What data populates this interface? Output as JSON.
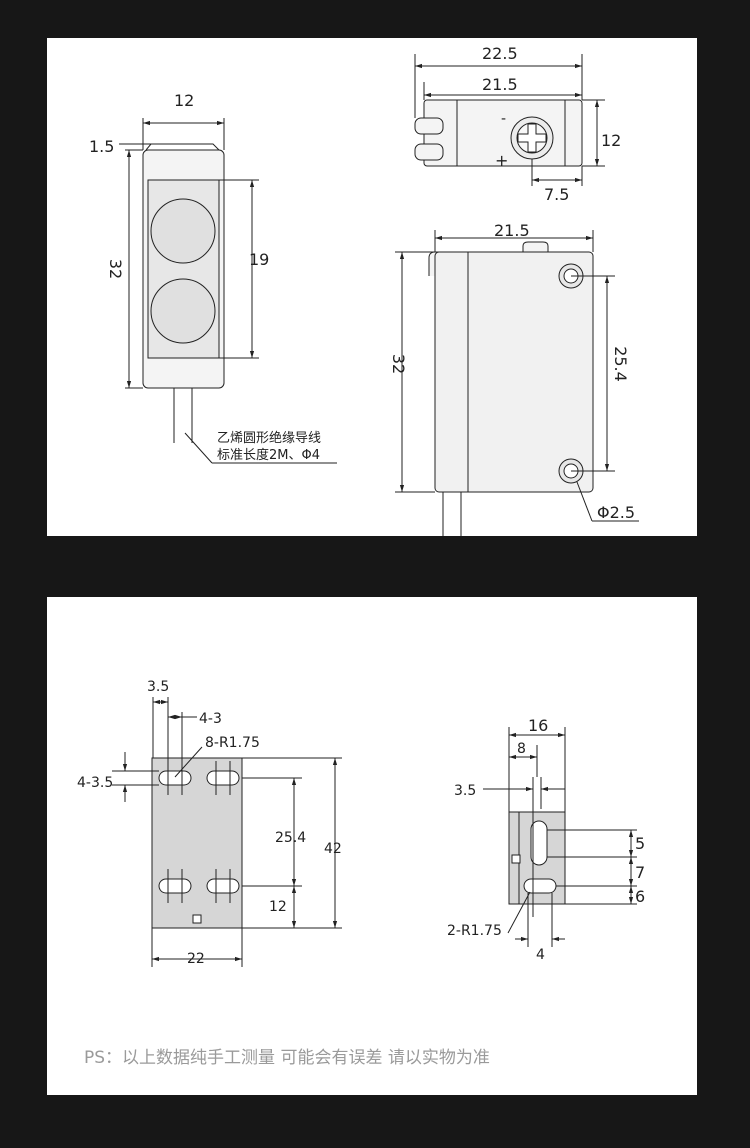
{
  "top_panel": {
    "front_view": {
      "width": "12",
      "lip": "1.5",
      "height": "32",
      "lens_height": "19",
      "cable_note_line1": "乙烯圆形绝缘导线",
      "cable_note_line2": "标准长度2M、Φ4"
    },
    "top_view": {
      "overall_length": "22.5",
      "body_length": "21.5",
      "depth": "12",
      "pot_offset": "7.5",
      "minus_sign": "-",
      "plus_sign": "+"
    },
    "side_view": {
      "length": "21.5",
      "height": "32",
      "hole_spacing": "25.4",
      "hole_diameter": "Φ2.5"
    }
  },
  "bottom_panel": {
    "large_bracket": {
      "slot_width": "3.5",
      "slot_length": "4-3",
      "slot_radius": "8-R1.75",
      "slot_height": "4-3.5",
      "slot_spacing": "25.4",
      "total_height": "42",
      "bottom_margin": "12",
      "width": "22"
    },
    "small_bracket": {
      "width": "16",
      "half_width": "8",
      "slot_width": "3.5",
      "dim_top": "5",
      "dim_mid": "7",
      "dim_bottom": "6",
      "slot_radius": "2-R1.75",
      "slot_offset": "4"
    },
    "footnote": "PS：以上数据纯手工测量 可能会有误差 请以实物为准"
  },
  "colors": {
    "background": "#171717",
    "panel": "#ffffff",
    "body_fill": "#f1f1f1",
    "bracket_fill": "#d6d6d6",
    "line": "#222222",
    "footnote": "#9a9a9a"
  }
}
